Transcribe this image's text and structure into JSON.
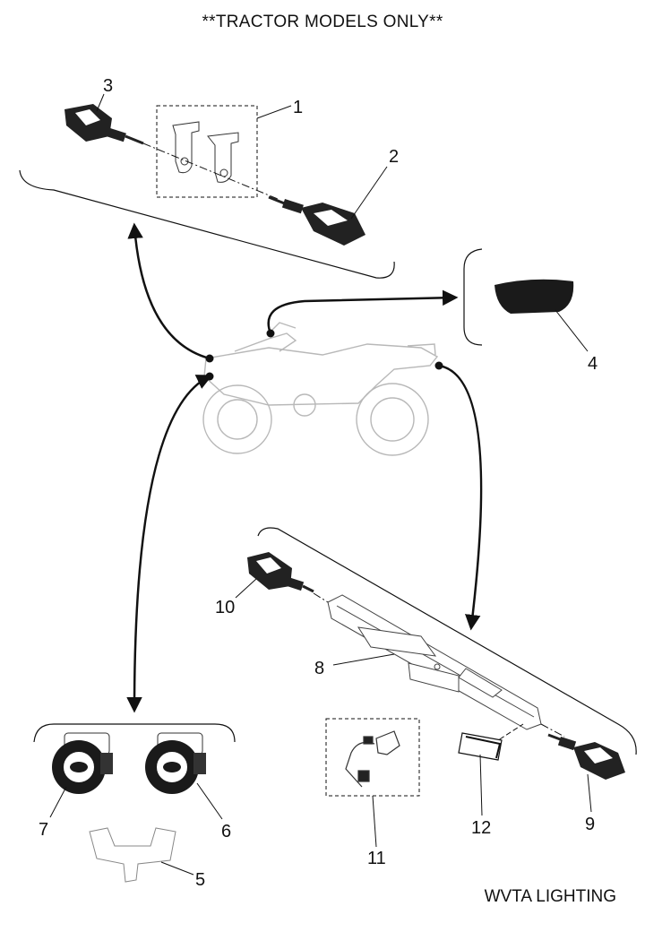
{
  "header": {
    "title": "**TRACTOR MODELS ONLY**"
  },
  "footer": {
    "title": "WVTA LIGHTING"
  },
  "callouts": [
    {
      "id": "1",
      "label": "1"
    },
    {
      "id": "2",
      "label": "2"
    },
    {
      "id": "3",
      "label": "3"
    },
    {
      "id": "4",
      "label": "4"
    },
    {
      "id": "5",
      "label": "5"
    },
    {
      "id": "6",
      "label": "6"
    },
    {
      "id": "7",
      "label": "7"
    },
    {
      "id": "8",
      "label": "8"
    },
    {
      "id": "9",
      "label": "9"
    },
    {
      "id": "10",
      "label": "10"
    },
    {
      "id": "11",
      "label": "11"
    },
    {
      "id": "12",
      "label": "12"
    }
  ],
  "colors": {
    "line": "#111111",
    "vehicle": "#b8b8b8",
    "lens": "#1a1a1a"
  }
}
